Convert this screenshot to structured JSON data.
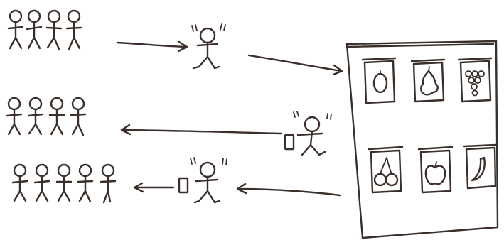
{
  "colors": {
    "ink": "#3a2f2a",
    "paper": "#ffffff"
  },
  "groups": {
    "top": {
      "people": 4
    },
    "middle": {
      "people": 4
    },
    "bottom": {
      "people": 5
    }
  },
  "board": {
    "items": [
      "lemon",
      "pear",
      "grapes",
      "cherries",
      "apple",
      "banana"
    ]
  },
  "flow": [
    "group-arrives",
    "person-picks-fruit",
    "person-returns-with-card",
    "next-group-arrives",
    "person-returns-with-card"
  ]
}
